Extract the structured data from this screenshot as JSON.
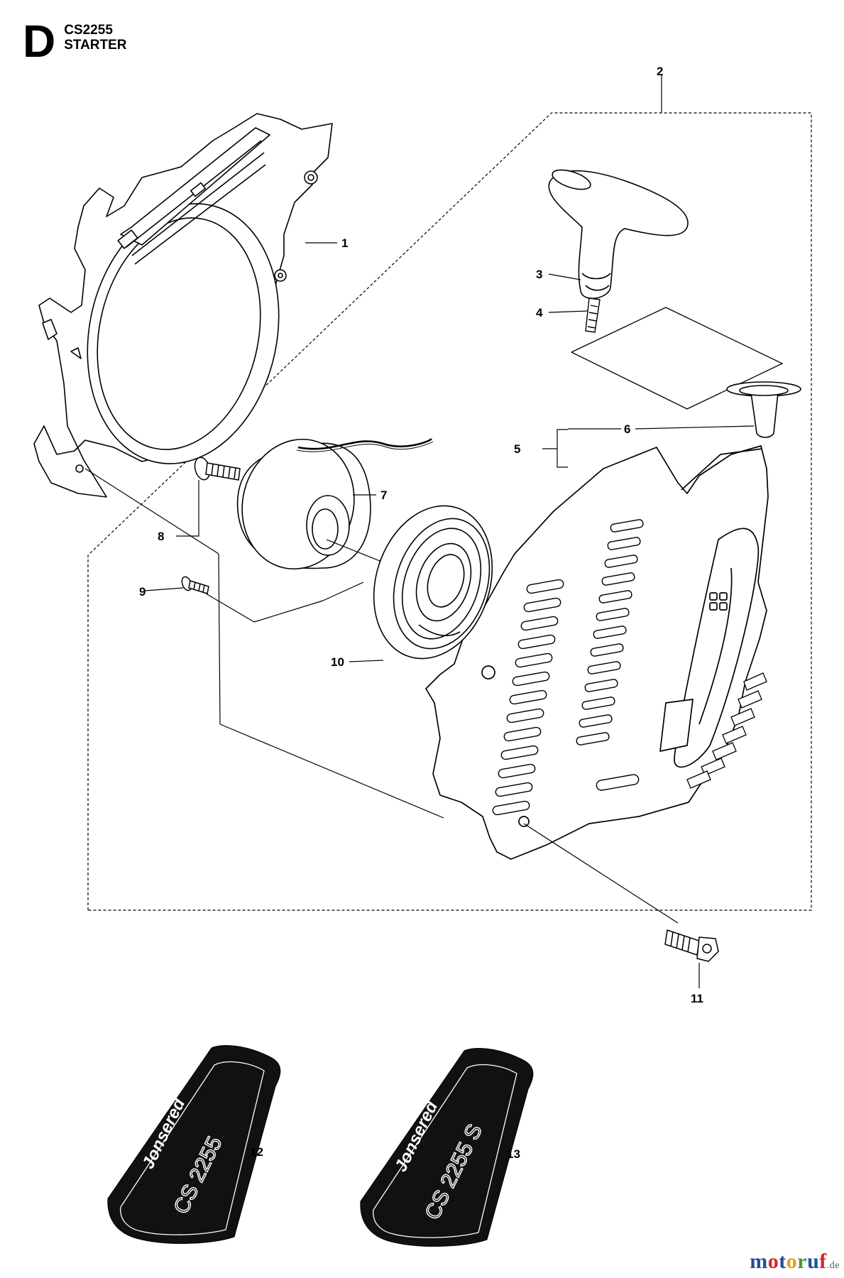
{
  "header": {
    "section_letter": "D",
    "model": "CS2255",
    "section_title": "STARTER"
  },
  "callouts": [
    {
      "id": "1",
      "label": "1"
    },
    {
      "id": "2",
      "label": "2"
    },
    {
      "id": "3",
      "label": "3"
    },
    {
      "id": "4",
      "label": "4"
    },
    {
      "id": "5",
      "label": "5"
    },
    {
      "id": "6",
      "label": "6"
    },
    {
      "id": "7",
      "label": "7"
    },
    {
      "id": "8",
      "label": "8"
    },
    {
      "id": "9",
      "label": "9"
    },
    {
      "id": "10",
      "label": "10"
    },
    {
      "id": "11",
      "label": "11"
    },
    {
      "id": "12",
      "label": "12"
    },
    {
      "id": "13",
      "label": "13"
    }
  ],
  "decals": [
    {
      "brand": "Jonsered",
      "model_text": "CS 2255"
    },
    {
      "brand": "Jonsered",
      "model_text": "CS 2255 S"
    }
  ],
  "watermark": {
    "brand": "motoruf",
    "suffix": ".de",
    "colors": [
      "#1f4e9c",
      "#d6242a",
      "#1f4e9c",
      "#e0a21a",
      "#3f9a3a",
      "#1f4e9c",
      "#d6242a"
    ]
  }
}
